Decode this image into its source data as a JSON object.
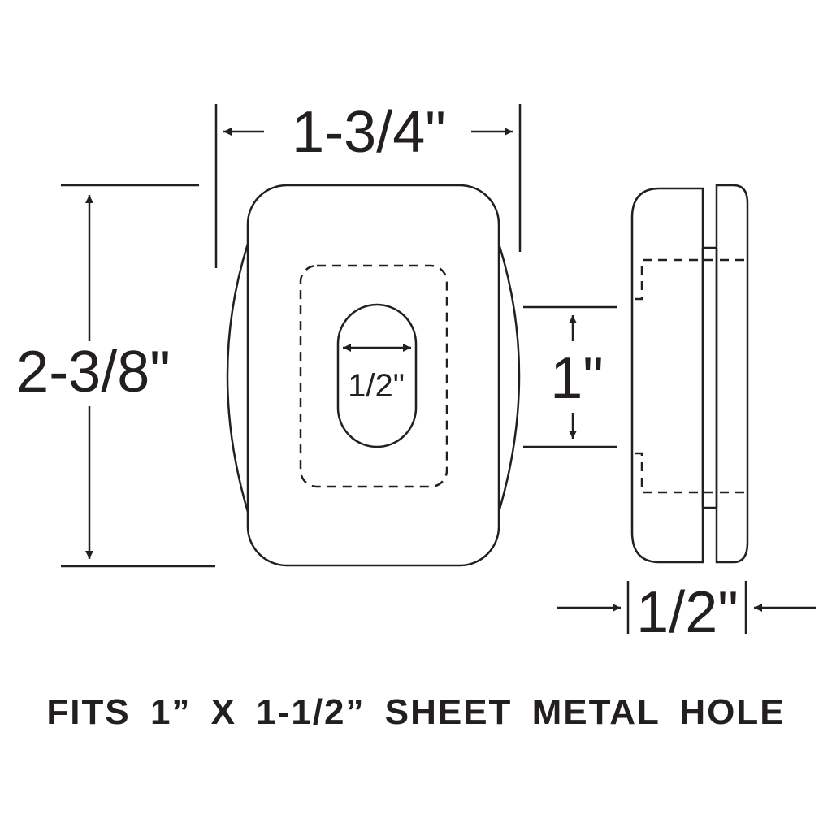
{
  "diagram": {
    "dim_width": "1-3/4\"",
    "dim_height": "2-3/8\"",
    "dim_slot_width": "1/2\"",
    "dim_inner_height": "1\"",
    "dim_depth": "1/2\"",
    "caption": "FITS 1” X 1-1/2” SHEET METAL HOLE",
    "line_color": "#231f20"
  }
}
